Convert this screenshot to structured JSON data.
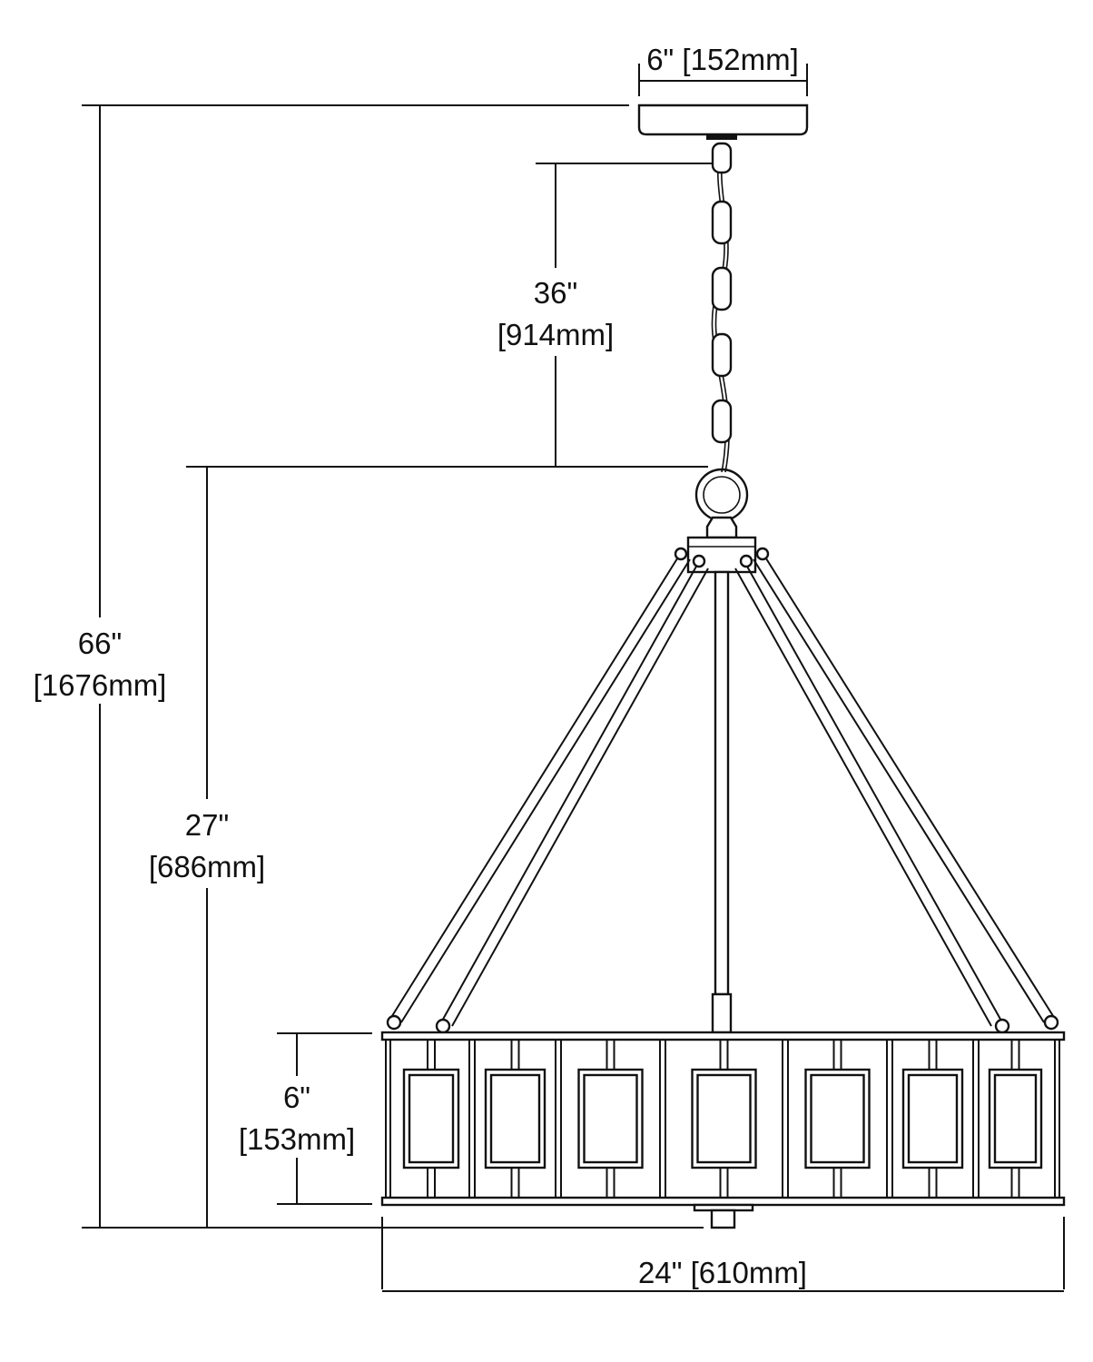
{
  "drawing": {
    "title": "Pendant dimension drawing",
    "dimensions": {
      "canopy_width": "6\" [152mm]",
      "overall_height_in": "66\"",
      "overall_height_mm": "[1676mm]",
      "chain_length_in": "36\"",
      "chain_length_mm": "[914mm]",
      "fixture_height_in": "27\"",
      "fixture_height_mm": "[686mm]",
      "shade_height_in": "6\"",
      "shade_height_mm": "[153mm]",
      "fixture_width": "24\" [610mm]"
    }
  }
}
